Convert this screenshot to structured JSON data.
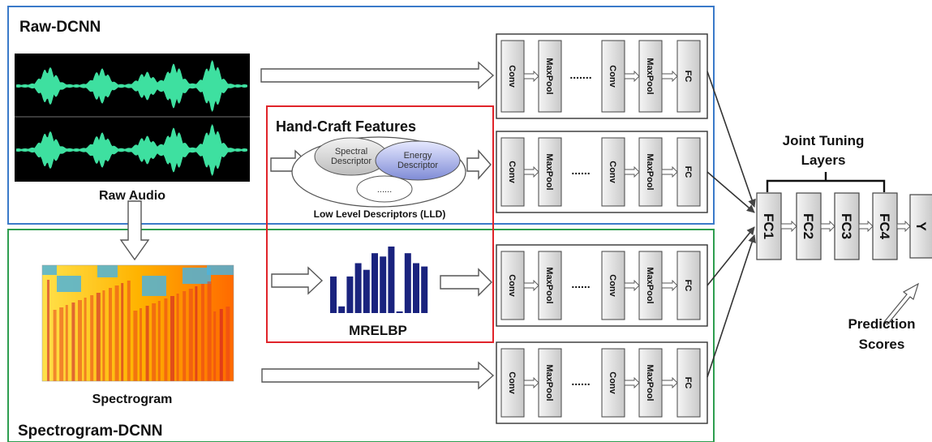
{
  "raw_dcnn_title": "Raw-DCNN",
  "raw_audio_label": "Raw Audio",
  "handcraft_title": "Hand-Craft Features",
  "spectral_descriptor": [
    "Spectral",
    "Descriptor"
  ],
  "energy_descriptor": [
    "Energy",
    "Descriptor"
  ],
  "lld_dots": "......",
  "lld_label": "Low Level Descriptors (LLD)",
  "mrelbp_label": "MRELBP",
  "mrelbp_bars": [
    0.55,
    0.1,
    0.55,
    0.75,
    0.65,
    0.9,
    0.85,
    1.0,
    0.02,
    0.9,
    0.75,
    0.7
  ],
  "spectrogram_label": "Spectrogram",
  "spectrogram_dcnn_title": "Spectrogram-DCNN",
  "dcnn_layers": [
    "Conv",
    "MaxPool",
    "Conv",
    "MaxPool",
    "FC"
  ],
  "dcnn_dots": [
    ".......",
    "......",
    "......",
    "......"
  ],
  "joint_title": [
    "Joint Tuning",
    "Layers"
  ],
  "joint_layers": [
    "FC1",
    "FC2",
    "FC3",
    "FC4",
    "Y"
  ],
  "prediction_label": [
    "Prediction",
    "Scores"
  ],
  "colors": {
    "raw_frame": "#3a7ac9",
    "spec_frame": "#2e9e4f",
    "handcraft_frame": "#e0242a",
    "waveform": "#3ee0a0",
    "mrelbp_bar": "#1a237e",
    "energy_fill": "#8b94d6"
  }
}
